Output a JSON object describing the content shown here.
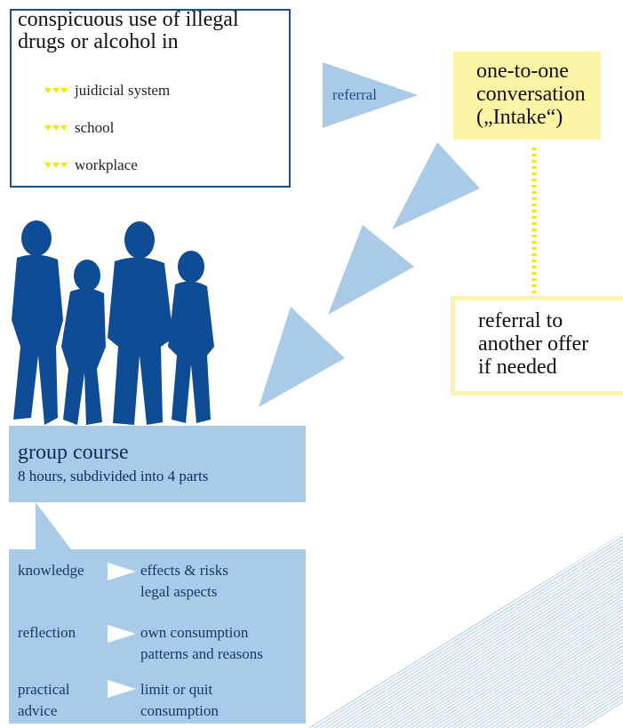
{
  "origin": {
    "title": "conspicuous use of  illegal drugs or alcohol in",
    "items": [
      "juidicial system",
      "school",
      "workplace"
    ]
  },
  "referral_label": "referral",
  "intake": {
    "lines": [
      "one-to-one",
      "conversation",
      "(„Intake“)"
    ]
  },
  "other_offer": {
    "lines": [
      "referral to",
      "another offer",
      "if needed"
    ]
  },
  "group_course": {
    "title": "group course",
    "subtitle": "8 hours, subdivided into 4 parts"
  },
  "content_rows": [
    {
      "label_lines": [
        "knowledge"
      ],
      "desc_lines": [
        "effects & risks",
        "legal aspects"
      ]
    },
    {
      "label_lines": [
        "reflection"
      ],
      "desc_lines": [
        "own consumption",
        "patterns and reasons"
      ]
    },
    {
      "label_lines": [
        "practical",
        "advice"
      ],
      "desc_lines": [
        "limit or quit",
        "consumption"
      ]
    }
  ],
  "colors": {
    "box_border": "#1a4f8a",
    "flow_arrow": "#a9cbe9",
    "intake_fill": "#fdf5a5",
    "chevron_yellow": "#f5e800",
    "silhouette": "#0f4c96",
    "stripe": "#a9cbe9"
  },
  "icons": {
    "people": "people-silhouette-icon",
    "chevrons": "triple-chevron-icon",
    "arrows": "triangle-arrow-icon"
  }
}
